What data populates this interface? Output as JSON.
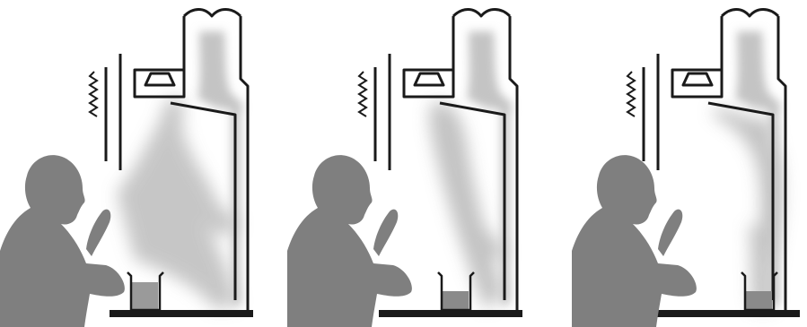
{
  "figure": {
    "panels": [
      {
        "id": "airflow-spread"
      },
      {
        "id": "airflow-rising"
      },
      {
        "id": "airflow-contained"
      }
    ]
  },
  "colors": {
    "silhouette": "#7f7f7f",
    "outline": "#1a1a1a",
    "flow": "#bdbdbd",
    "liquid": "#8a8a8a",
    "background": "#ffffff"
  }
}
